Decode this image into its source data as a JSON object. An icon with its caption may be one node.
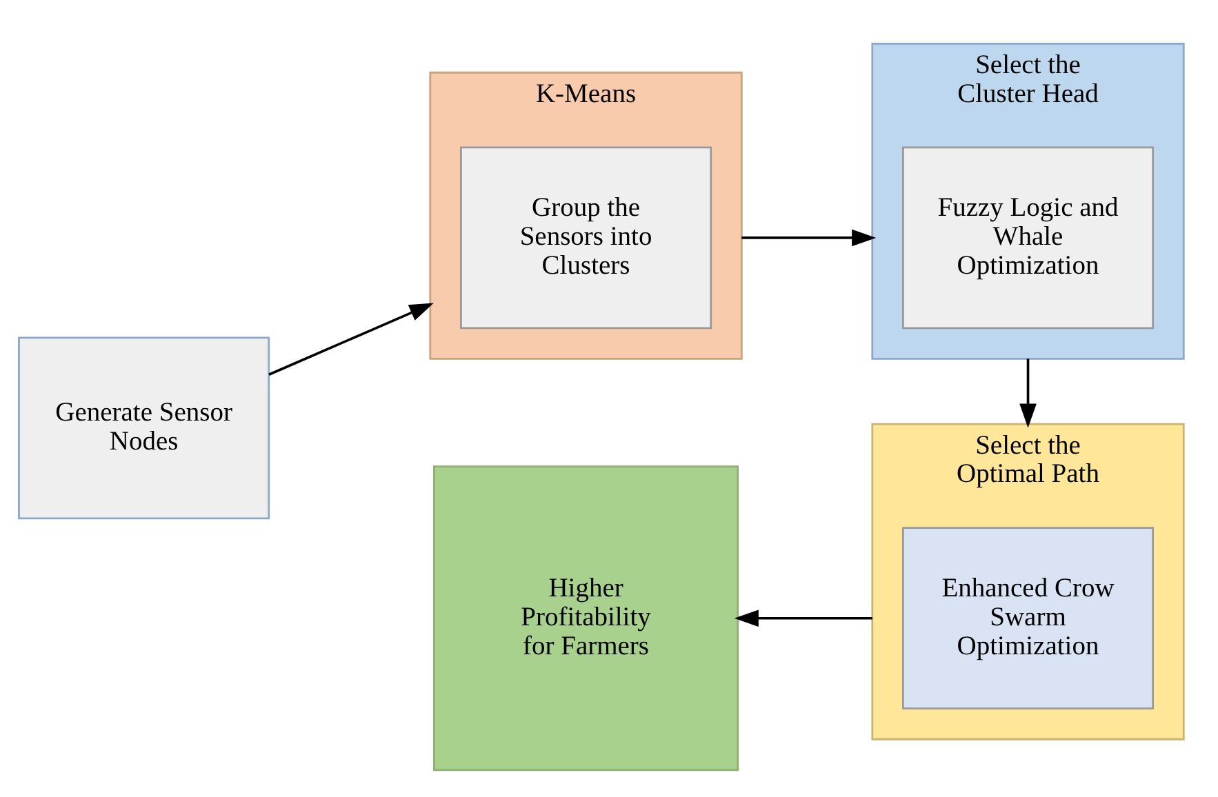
{
  "diagram": {
    "nodes": [
      {
        "text": [
          "Generate Sensor Nodes"
        ]
      },
      {
        "text": [
          "K-Means"
        ]
      },
      {
        "text": [
          "Group the Sensors into Clusters"
        ],
        "in": 1
      },
      {
        "text": [
          "Select the Cluster Head"
        ]
      },
      {
        "text": [
          "Fuzzy Logic and Whale Optimization"
        ],
        "in": 3
      },
      {
        "text": [
          "Select the Optimal Path"
        ]
      },
      {
        "text": [
          "Enhanced Crow Swarm Optimization"
        ],
        "in": 5
      },
      {
        "text": [
          "Higher Profitability for Farmers"
        ]
      }
    ],
    "edges": [
      {
        "from": 0,
        "to": 1,
        "arrow": "to"
      },
      {
        "from": 1,
        "to": 3,
        "arrow": "to"
      },
      {
        "from": 3,
        "to": 5,
        "arrow": "to"
      },
      {
        "from": 5,
        "to": 7,
        "arrow": "to"
      }
    ]
  }
}
